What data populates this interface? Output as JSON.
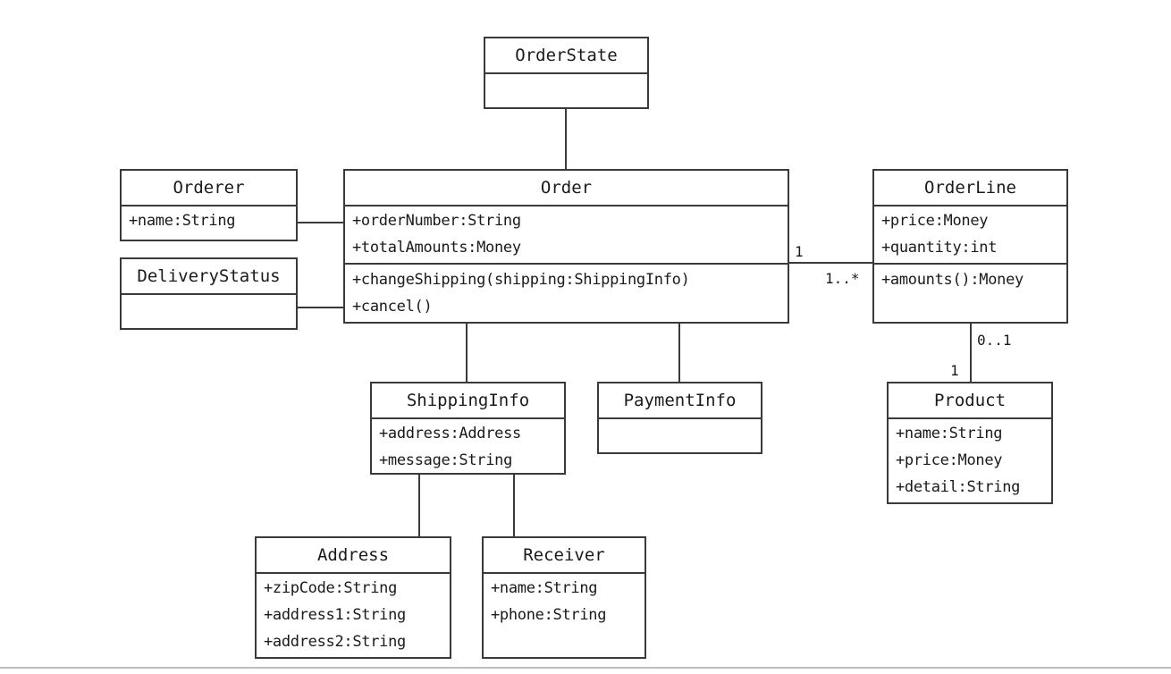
{
  "classes": {
    "orderstate": {
      "name": "OrderState",
      "attributes": [],
      "operations": []
    },
    "orderer": {
      "name": "Orderer",
      "attributes": [
        "+name:String"
      ],
      "operations": []
    },
    "order": {
      "name": "Order",
      "attributes": [
        "+orderNumber:String",
        "+totalAmounts:Money"
      ],
      "operations": [
        "+changeShipping(shipping:ShippingInfo)",
        "+cancel()"
      ]
    },
    "deliverystatus": {
      "name": "DeliveryStatus",
      "attributes": [],
      "operations": []
    },
    "orderline": {
      "name": "OrderLine",
      "attributes": [
        "+price:Money",
        "+quantity:int"
      ],
      "operations": [
        "+amounts():Money"
      ]
    },
    "shippinginfo": {
      "name": "ShippingInfo",
      "attributes": [
        "+address:Address",
        "+message:String"
      ],
      "operations": []
    },
    "paymentinfo": {
      "name": "PaymentInfo",
      "attributes": [],
      "operations": []
    },
    "product": {
      "name": "Product",
      "attributes": [
        "+name:String",
        "+price:Money",
        "+detail:String"
      ],
      "operations": []
    },
    "address": {
      "name": "Address",
      "attributes": [
        "+zipCode:String",
        "+address1:String",
        "+address2:String"
      ],
      "operations": []
    },
    "receiver": {
      "name": "Receiver",
      "attributes": [
        "+name:String",
        "+phone:String"
      ],
      "operations": []
    }
  },
  "associations": [
    {
      "from": "Order",
      "to": "OrderState"
    },
    {
      "from": "Order",
      "to": "Orderer"
    },
    {
      "from": "Order",
      "to": "DeliveryStatus"
    },
    {
      "from": "Order",
      "to": "OrderLine",
      "from_multiplicity": "1",
      "to_multiplicity": "1..*"
    },
    {
      "from": "OrderLine",
      "to": "Product",
      "from_multiplicity": "0..1",
      "to_multiplicity": "1"
    },
    {
      "from": "Order",
      "to": "ShippingInfo"
    },
    {
      "from": "Order",
      "to": "PaymentInfo"
    },
    {
      "from": "ShippingInfo",
      "to": "Address"
    },
    {
      "from": "ShippingInfo",
      "to": "Receiver"
    }
  ]
}
